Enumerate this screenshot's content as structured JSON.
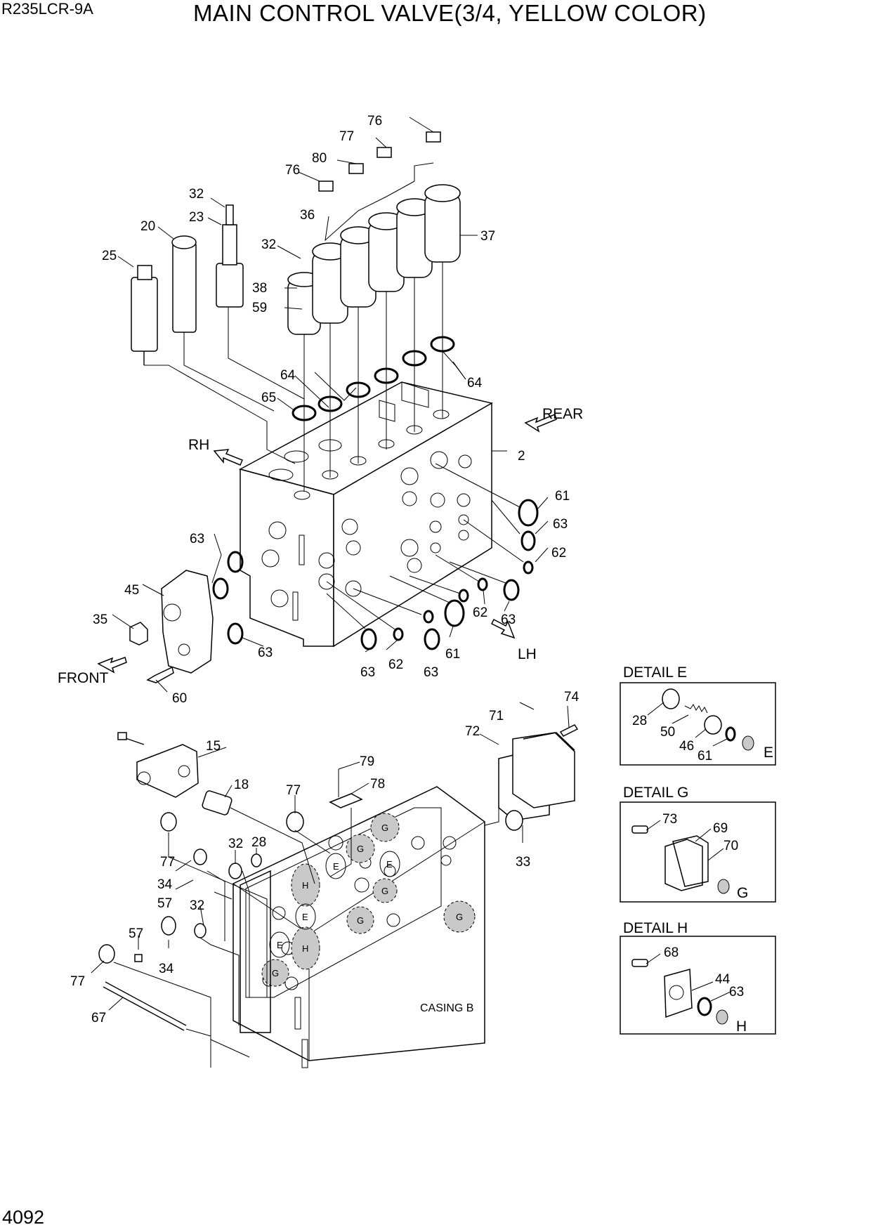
{
  "header": {
    "model": "R235LCR-9A",
    "title": "MAIN CONTROL VALVE(3/4, YELLOW COLOR)"
  },
  "footer": {
    "page_number": "4092"
  },
  "direction_labels": {
    "rear": "REAR",
    "rh": "RH",
    "lh": "LH",
    "front": "FRONT"
  },
  "casing_label": "CASING B",
  "callouts": {
    "c76a": "76",
    "c77a": "77",
    "c80": "80",
    "c76b": "76",
    "c36": "36",
    "c37": "37",
    "c32a": "32",
    "c23": "23",
    "c20": "20",
    "c25": "25",
    "c32b": "32",
    "c38": "38",
    "c59": "59",
    "c64a": "64",
    "c64b": "64",
    "c65": "65",
    "c2": "2",
    "c61a": "61",
    "c63a": "63",
    "c62a": "62",
    "c63b": "63",
    "c45": "45",
    "c35": "35",
    "c63c": "63",
    "c63d": "63",
    "c62b": "62",
    "c63e": "63",
    "c61b": "61",
    "c62c": "62",
    "c63f": "63",
    "c60": "60",
    "c74": "74",
    "c71": "71",
    "c72": "72",
    "c15": "15",
    "c79": "79",
    "c78": "78",
    "c18": "18",
    "c77b": "77",
    "c33": "33",
    "c77c": "77",
    "c32c": "32",
    "c28": "28",
    "c34a": "34",
    "c57a": "57",
    "c32d": "32",
    "c57b": "57",
    "c34b": "34",
    "c77d": "77",
    "c67": "67"
  },
  "details": {
    "e": {
      "heading": "DETAIL  E",
      "letter": "E",
      "n28": "28",
      "n50": "50",
      "n46": "46",
      "n61": "61"
    },
    "g": {
      "heading": "DETAIL  G",
      "letter": "G",
      "n73": "73",
      "n69": "69",
      "n70": "70"
    },
    "h": {
      "heading": "DETAIL  H",
      "letter": "H",
      "n68": "68",
      "n44": "44",
      "n63": "63"
    }
  },
  "port_marks": {
    "h": "H",
    "e": "E",
    "g": "G"
  }
}
